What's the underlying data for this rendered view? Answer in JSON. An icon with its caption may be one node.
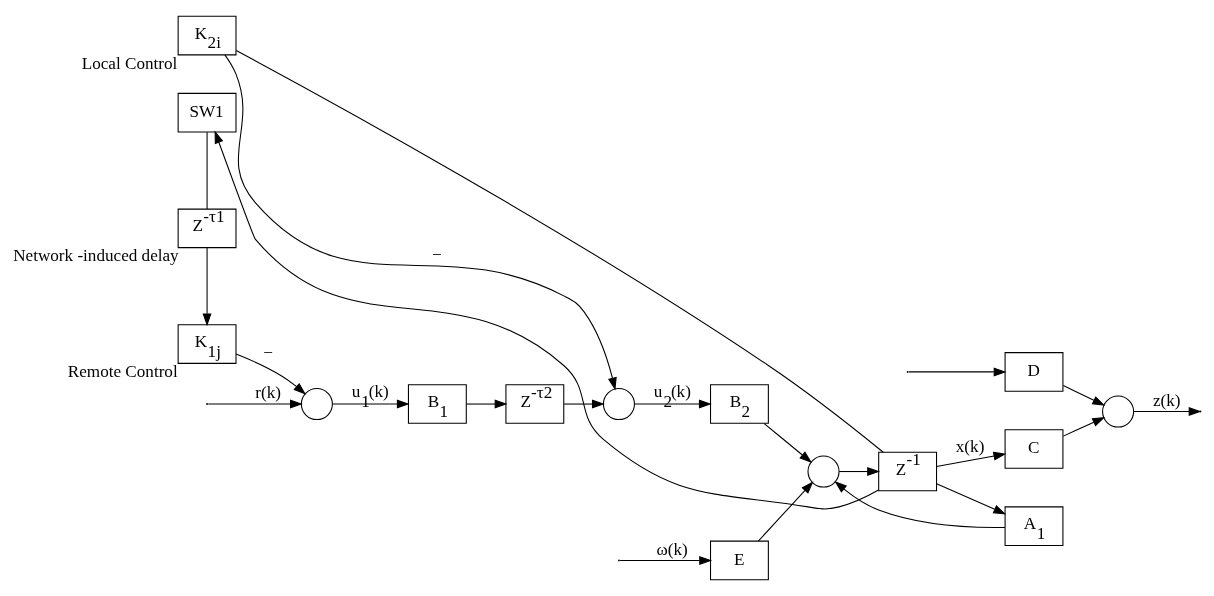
{
  "diagram": {
    "nodes": [
      {
        "text": [],
        "shape": "circle"
      },
      {
        "text": [
          "B$_{1}$"
        ]
      },
      {
        "text": [
          "Z$^{-τ2}$"
        ]
      },
      {
        "text": [],
        "shape": "circle"
      },
      {
        "text": [
          "B$_{2}$"
        ]
      },
      {
        "text": [],
        "shape": "circle"
      },
      {
        "text": [
          "Z$^{-1}$"
        ]
      },
      {
        "text": [
          "C"
        ]
      },
      {
        "text": [],
        "shape": "circle"
      },
      {
        "text": [
          "E"
        ]
      },
      {
        "text": [
          "D"
        ]
      },
      {
        "text": [
          "A$_{1}$"
        ]
      },
      {
        "text": [
          "K$_{1j}$"
        ],
        "beside": [
          "Remote Control"
        ]
      },
      {
        "text": [
          "K$_{2i}$"
        ],
        "beside": [
          "Local Control"
        ]
      },
      {
        "text": [
          "Z$^{-τ1}$"
        ],
        "beside": [
          "Network -induced delay"
        ]
      },
      {
        "text": [
          "SW1"
        ]
      }
    ],
    "edges": [
      {
        "from": null,
        "to": 0,
        "arrow": "to",
        "label": "r(k)"
      },
      {
        "from": 0,
        "to": 1,
        "arrow": "to",
        "label": "u$_{1}$(k)"
      },
      {
        "from": 1,
        "to": 2,
        "arrow": "to"
      },
      {
        "from": 2,
        "to": 3,
        "arrow": "to"
      },
      {
        "from": 3,
        "to": 4,
        "arrow": "to",
        "label": "u$_{2}$(k)"
      },
      {
        "from": 4,
        "to": 5,
        "arrow": "to"
      },
      {
        "from": 5,
        "to": 6,
        "arrow": "to"
      },
      {
        "from": 6,
        "to": 7,
        "arrow": "to",
        "label": "x(k)"
      },
      {
        "from": 7,
        "to": 8,
        "arrow": "to"
      },
      {
        "from": 8,
        "to": null,
        "arrow": "to",
        "label": "z(k)"
      },
      {
        "from": null,
        "to": 9,
        "arrow": "to",
        "label": "ω(k)"
      },
      {
        "from": null,
        "to": 10,
        "arrow": "to"
      },
      {
        "from": 9,
        "to": 5,
        "arrow": "to"
      },
      {
        "from": 10,
        "to": 8,
        "arrow": "to"
      },
      {
        "from": 6,
        "to": 11,
        "arrow": "to"
      },
      {
        "from": 11,
        "to": 5,
        "arrow": "to"
      },
      {
        "from": 6,
        "to": 15,
        "arrow": "to"
      },
      {
        "from": 6,
        "to": 13,
        "arrow": "none"
      },
      {
        "from": 15,
        "to": 14,
        "arrow": "none"
      },
      {
        "from": 14,
        "to": 12,
        "arrow": "to"
      },
      {
        "from": 12,
        "to": 0,
        "arrow": "to",
        "label": "−"
      },
      {
        "from": 13,
        "to": 3,
        "arrow": "to",
        "label": "−"
      }
    ]
  }
}
